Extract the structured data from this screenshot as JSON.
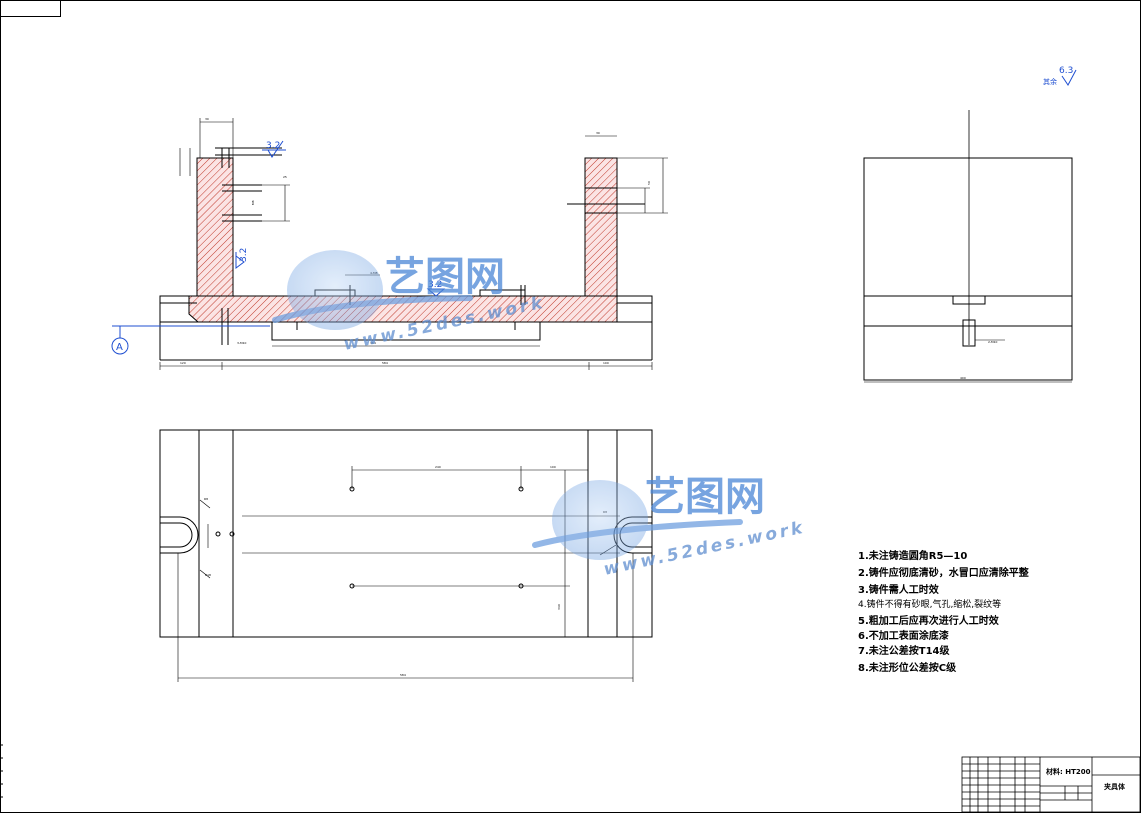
{
  "surface_marks": {
    "top_left": "3.2",
    "left_wall": "3.2",
    "center": "3.2",
    "corner_value": "6.3",
    "corner_word": "其余"
  },
  "datum": "A",
  "notes": [
    "1.未注铸造圆角R5—10",
    "2.铸件应彻底清砂，水冒口应清除平整",
    "3.铸件需人工时效",
    "4.铸件不得有砂眼,气孔,缩松,裂纹等",
    "5.粗加工后应再次进行人工时效",
    "6.不加工表面涂底漆",
    "7.未注公差按T14级",
    "8.未注形位公差按C级"
  ],
  "title_block": {
    "material": "材料: HT200",
    "part_name": "夹具体"
  },
  "watermark": {
    "cn": "艺图网",
    "en": "www.52des.work"
  },
  "colors": {
    "line": "#000000",
    "hatch": "#c0392b",
    "section_fill": "#fbe4e4",
    "mark": "#1f4fd1",
    "watermark": "#4a86d6"
  }
}
